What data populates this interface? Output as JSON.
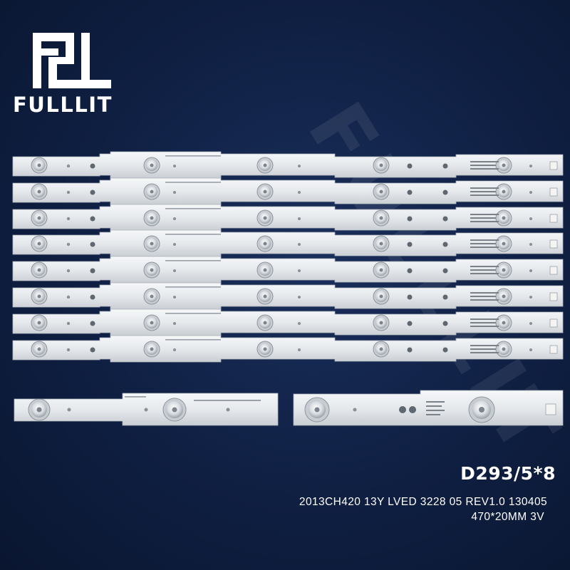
{
  "brand": {
    "name": "FULLLIT",
    "logo_icon": "fl-monogram-icon",
    "logo_color": "#ffffff"
  },
  "watermark": {
    "text": "FULLLIT",
    "color": "#ffffff"
  },
  "product": {
    "model_code": "D293/5*8",
    "part_number": "2013CH420 13Y LVED 3228 05 REV1.0 130405",
    "spec": "470*20MM 3V"
  },
  "strips": {
    "full_strip_count": 8,
    "leds_per_strip": 5,
    "strip_color": "#e9ecef",
    "background_color": "#122650"
  }
}
